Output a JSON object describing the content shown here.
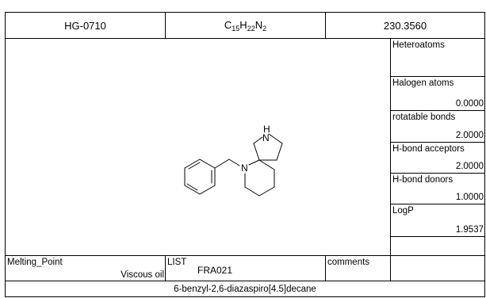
{
  "header": {
    "id": "HG-0710",
    "formula_parts": {
      "C": "C",
      "c_count": "15",
      "H": "H",
      "h_count": "22",
      "N": "N",
      "n_count": "2"
    },
    "mass": "230.3560"
  },
  "molecule": {
    "atom_labels": {
      "nh": "H",
      "n_ring": "N",
      "n_amine": "N"
    }
  },
  "properties": [
    {
      "label": "Heteroatoms",
      "value": ""
    },
    {
      "label": "Halogen atoms",
      "value": "0.0000"
    },
    {
      "label": "rotatable bonds",
      "value": "2.0000"
    },
    {
      "label": "H-bond acceptors",
      "value": "2.0000"
    },
    {
      "label": "H-bond donors",
      "value": "1.0000"
    },
    {
      "label": "LogP",
      "value": "1.9537"
    }
  ],
  "bottom": {
    "melting_label": "Melting_Point",
    "melting_value": "Viscous oil",
    "list_label": "LIST",
    "list_value": "FRA021",
    "comments_label": "comments"
  },
  "name": "6-benzyl-2,6-diazaspiro[4.5]decane"
}
